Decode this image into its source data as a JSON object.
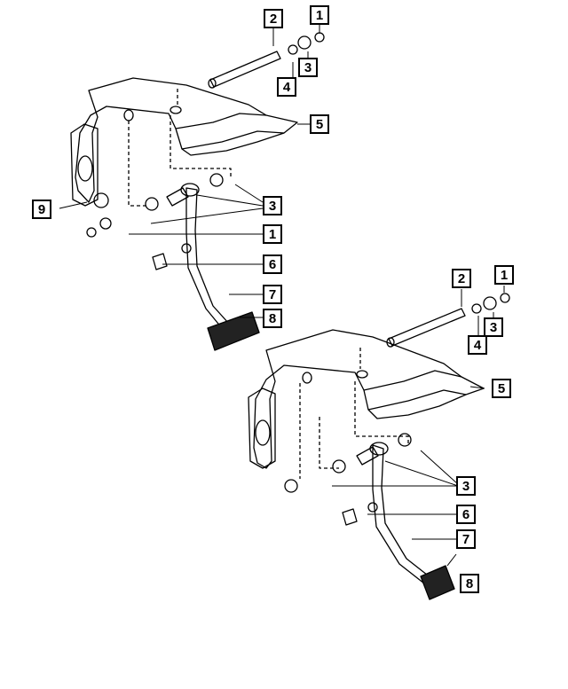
{
  "diagram": {
    "upper_assembly": {
      "callouts": [
        {
          "id": "u-1",
          "number": "1"
        },
        {
          "id": "u-2",
          "number": "2"
        },
        {
          "id": "u-3a",
          "number": "3"
        },
        {
          "id": "u-4",
          "number": "4"
        },
        {
          "id": "u-5",
          "number": "5"
        },
        {
          "id": "u-3b",
          "number": "3"
        },
        {
          "id": "u-9",
          "number": "9"
        },
        {
          "id": "u-1b",
          "number": "1"
        },
        {
          "id": "u-6",
          "number": "6"
        },
        {
          "id": "u-7",
          "number": "7"
        },
        {
          "id": "u-8",
          "number": "8"
        }
      ]
    },
    "lower_assembly": {
      "callouts": [
        {
          "id": "l-2",
          "number": "2"
        },
        {
          "id": "l-1",
          "number": "1"
        },
        {
          "id": "l-3a",
          "number": "3"
        },
        {
          "id": "l-4",
          "number": "4"
        },
        {
          "id": "l-5",
          "number": "5"
        },
        {
          "id": "l-3b",
          "number": "3"
        },
        {
          "id": "l-6",
          "number": "6"
        },
        {
          "id": "l-7",
          "number": "7"
        },
        {
          "id": "l-8",
          "number": "8"
        }
      ]
    },
    "colors": {
      "line": "#000000",
      "fill": "#ffffff",
      "pad": "#222222"
    }
  }
}
